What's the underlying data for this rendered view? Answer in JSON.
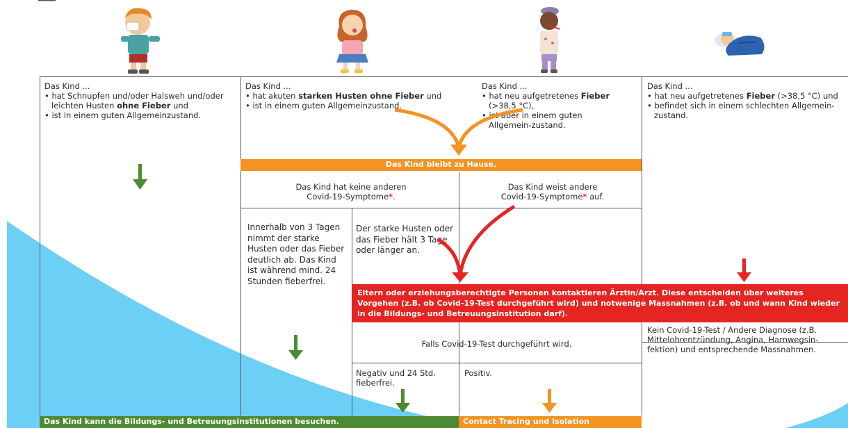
{
  "colors": {
    "orange": "#f39324",
    "green": "#4e8a31",
    "red": "#e52521",
    "blue": "#6ccff6"
  },
  "illustrations": [
    "child-sneezing-icon",
    "child-coughing-icon",
    "child-fever-thermometer-icon",
    "child-sick-in-bed-icon"
  ],
  "columns": [
    {
      "intro": "Das Kind ...",
      "b1a": "hat Schnupfen und/oder Halsweh und/oder leichten Husten ",
      "b1b": "ohne Fieber",
      "b1c": " und",
      "b2": "ist in einem guten Allgemeinzustand."
    },
    {
      "intro": "Das Kind ...",
      "b1a": "hat akuten ",
      "b1b": "starken Husten ohne Fieber",
      "b1c": " und",
      "b2": "ist in einem guten Allgemeinzustand."
    },
    {
      "intro": "Das Kind ...",
      "b1a": "hat neu aufgetretenes ",
      "b1b": "Fieber",
      "b1c": " (>38,5 °C),",
      "b2": "ist aber in einem guten Allgemein-zustand."
    },
    {
      "intro": "Das Kind ...",
      "b1a": "hat neu aufgetretenes ",
      "b1b": "Fieber",
      "b1c": " (>38,5 °C) und",
      "b2": "befindet sich in einem schlechten Allgemein-zustand."
    }
  ],
  "stay_home": "Das Kind bleibt zu Hause.",
  "no_other_a": "Das Kind hat keine anderen",
  "no_other_b": "Covid-19-Symptome",
  "no_other_c": ".",
  "other_a": "Das Kind weist andere",
  "other_b": "Covid-19-Symptome",
  "other_c": " auf.",
  "asterisk": "*",
  "within_3_days": "Innerhalb von 3 Tagen nimmt der starke Husten oder das Fieber deutlich ab. Das Kind ist während mind. 24 Stunden fieberfrei.",
  "three_days_longer": "Der starke Husten oder das Fieber hält 3 Tage oder länger an.",
  "contact_doctor": "Eltern oder erziehungsberechtigte Personen kontaktieren Ärztin/Arzt. Diese entscheiden über weiteres Vorgehen (z.B. ob Covid-19-Test durchgeführt wird) und notwenige Massnahmen (z.B. ob und wann Kind wieder in die Bildungs- und Betreuungsinstitution darf).",
  "if_test": "Falls Covid-19-Test durchgeführt wird.",
  "no_test": "Kein Covid-19-Test / Andere Diagnose (z.B. Mittelohrentzündung, Angina, Harnwegsin-fektion) und entsprechende Massnahmen.",
  "negative": "Negativ und 24 Std. fieberfrei.",
  "positive": "Positiv.",
  "can_attend": "Das Kind kann die Bildungs- und Betreuungsinstitutionen besuchen.",
  "contact_tracing": "Contact Tracing und Isolation"
}
